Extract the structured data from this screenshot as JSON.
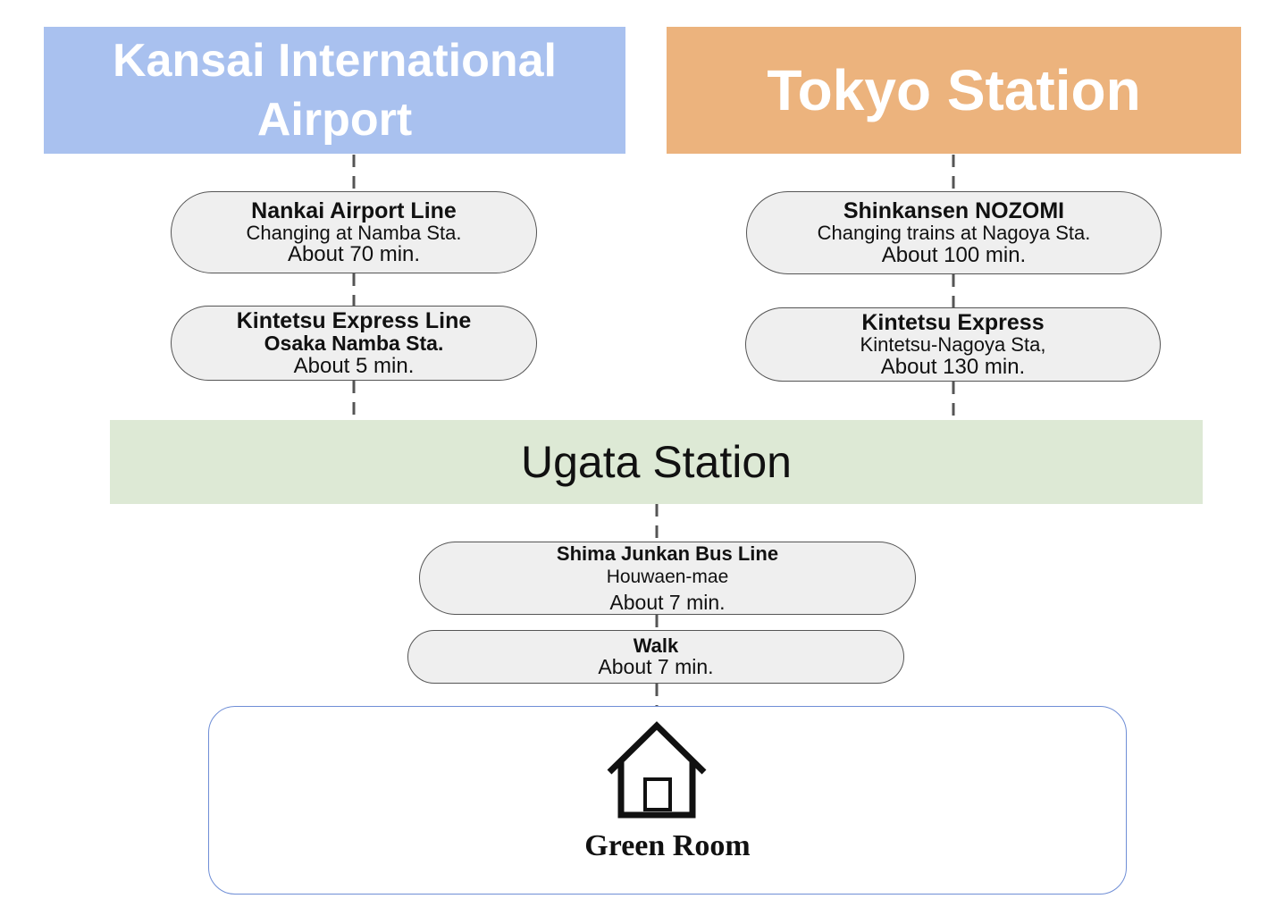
{
  "origins": {
    "kansai": "Kansai International Airport",
    "tokyo": "Tokyo Station"
  },
  "kansai_route": [
    {
      "line": "Nankai Airport Line",
      "detail": "Changing at Namba Sta.",
      "time": "About 70 min."
    },
    {
      "line": "Kintetsu Express Line",
      "detail": "Osaka Namba Sta.",
      "time": "About 5 min."
    }
  ],
  "tokyo_route": [
    {
      "line": "Shinkansen NOZOMI",
      "detail": "Changing trains at Nagoya Sta.",
      "time": "About 100 min."
    },
    {
      "line": "Kintetsu Express",
      "detail": "Kintetsu-Nagoya Sta,",
      "time": "About 130 min."
    }
  ],
  "hub": {
    "name": "Ugata Station"
  },
  "final_route": [
    {
      "line": "Shima Junkan Bus Line",
      "detail": "Houwaen-mae",
      "time": "About 7 min."
    },
    {
      "line": "Walk",
      "time": "About 7 min."
    }
  ],
  "destination": {
    "name": "Green Room",
    "icon": "house-icon"
  },
  "colors": {
    "kansai_box": "#a9c1ef",
    "tokyo_box": "#ecb37d",
    "hub_box": "#dde9d5",
    "pill_fill": "#efefef",
    "destination_border": "#6f8ed6"
  }
}
